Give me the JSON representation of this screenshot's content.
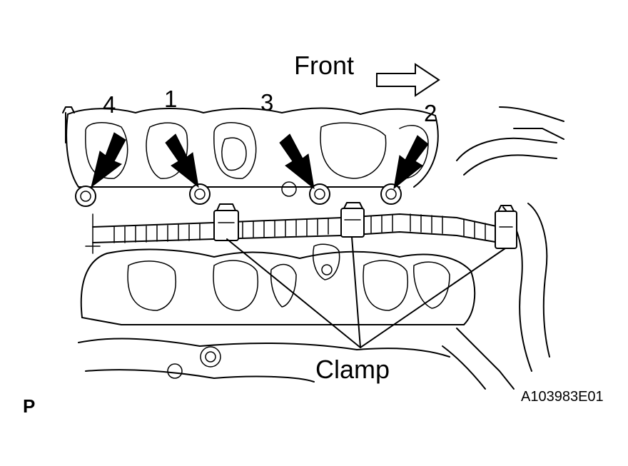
{
  "labels": {
    "front": "Front",
    "bolt_1": "1",
    "bolt_2": "2",
    "bolt_3": "3",
    "bolt_4": "4",
    "clamp": "Clamp",
    "corner_mark": "P",
    "figure_id": "A103983E01"
  },
  "icons": {
    "front_arrow": "hollow-right-arrow-icon",
    "bolt_arrow": "solid-pointer-arrow-icon"
  },
  "colors": {
    "ink": "#000000",
    "paper": "#ffffff"
  }
}
